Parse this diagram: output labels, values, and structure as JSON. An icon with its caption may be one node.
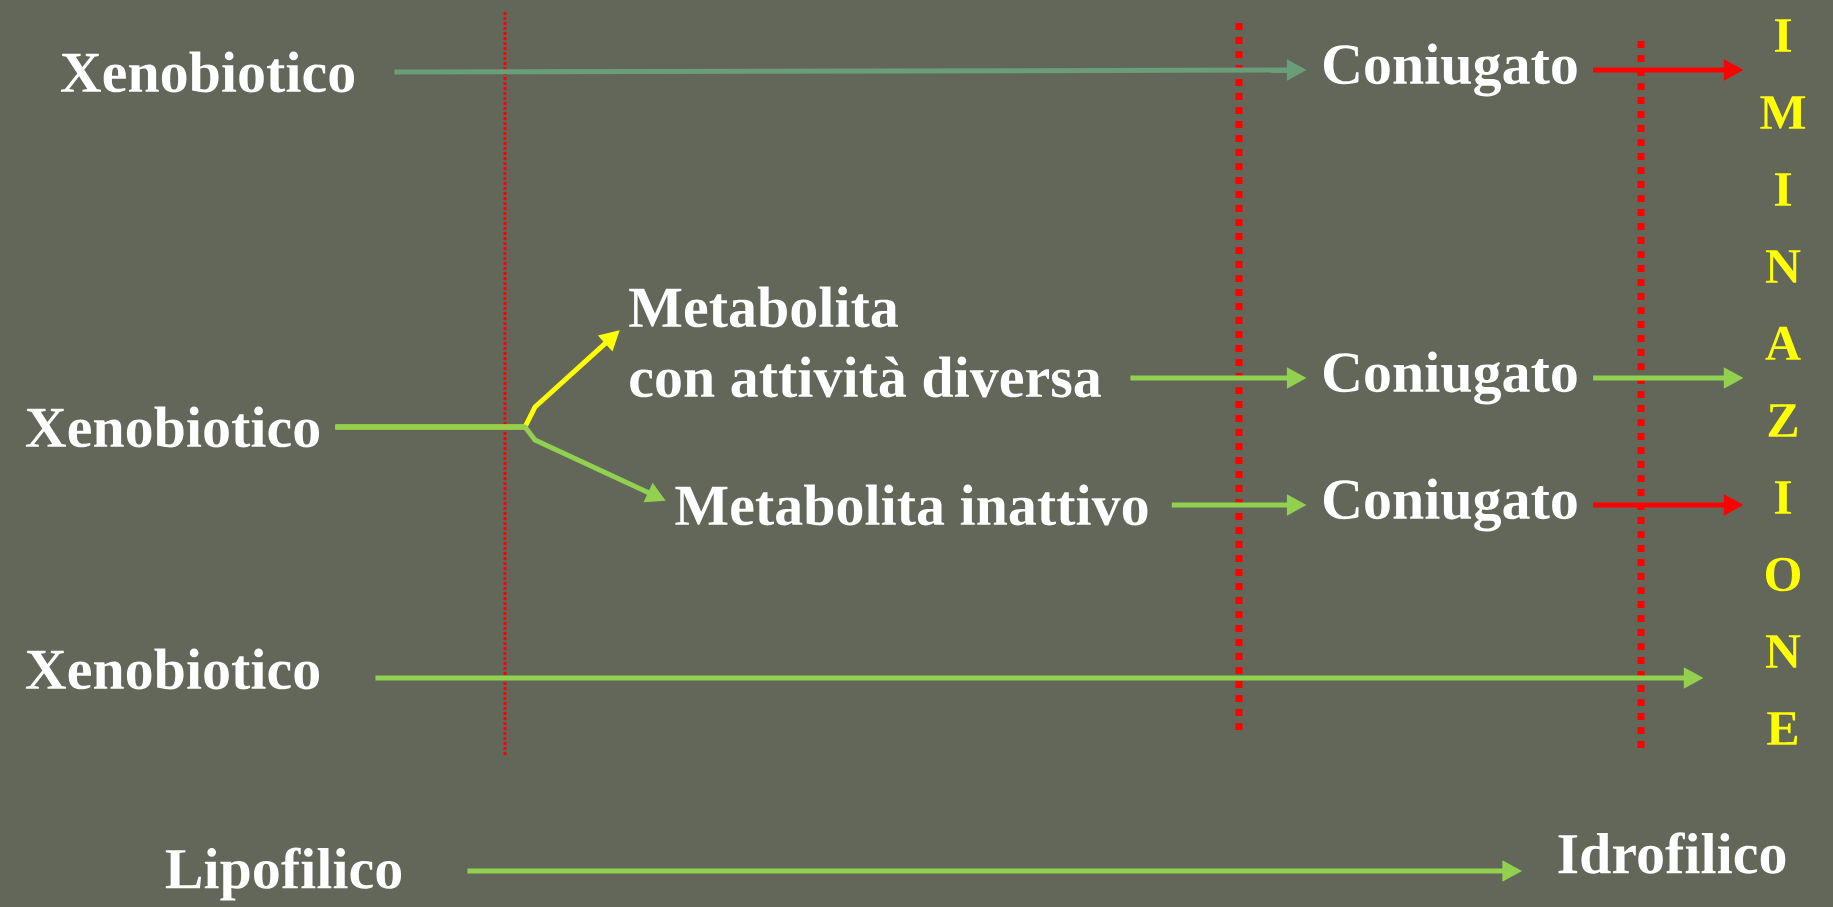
{
  "diagram": {
    "nodes": [
      {
        "text": [
          "Xenobiotico"
        ]
      },
      {
        "text": [
          "Coniugato"
        ]
      },
      {
        "text": [
          "Xenobiotico"
        ]
      },
      {
        "text": [
          "Metabolita con attività diversa"
        ]
      },
      {
        "text": [
          "Coniugato"
        ]
      },
      {
        "text": [
          "Metabolita inattivo"
        ]
      },
      {
        "text": [
          "Coniugato"
        ]
      },
      {
        "text": [
          "Xenobiotico"
        ]
      },
      {
        "text": [
          "Lipofilico"
        ]
      },
      {
        "text": [
          "Idrofilico"
        ]
      },
      {
        "text": [
          "I M I N A Z I O N E"
        ]
      }
    ],
    "edges": [
      {
        "from": 0,
        "to": 1,
        "arrow": "to",
        "color": "#6a9e78"
      },
      {
        "from": 1,
        "to": 10,
        "arrow": "to",
        "color": "#ff0000"
      },
      {
        "from": 2,
        "to": 3,
        "arrow": "to",
        "color": "#ffff00"
      },
      {
        "from": 2,
        "to": 5,
        "arrow": "to"
      },
      {
        "from": 3,
        "to": 4,
        "arrow": "to"
      },
      {
        "from": 5,
        "to": 6,
        "arrow": "to"
      },
      {
        "from": 4,
        "to": 10,
        "arrow": "to"
      },
      {
        "from": 6,
        "to": 10,
        "arrow": "to",
        "color": "#ff0000"
      },
      {
        "from": 7,
        "to": 10,
        "arrow": "to"
      },
      {
        "from": 8,
        "to": 9,
        "arrow": "to"
      }
    ]
  }
}
